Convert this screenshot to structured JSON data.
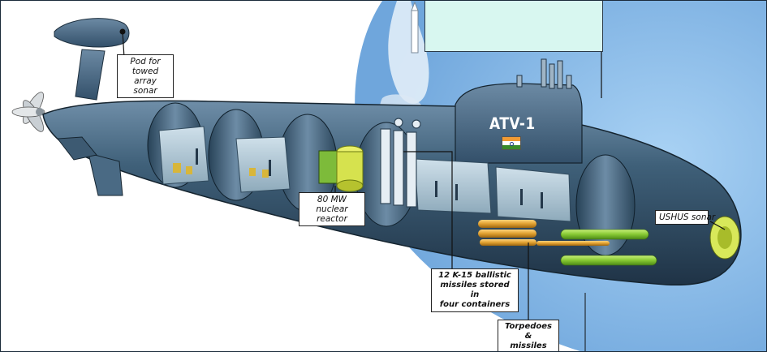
{
  "labels": {
    "pod": "Pod for\ntowed array\nsonar",
    "reactor": "80 MW nuclear\nreactor",
    "sonar": "USHUS sonar",
    "missiles": "12 K-15 ballistic\nmissiles stored in\nfour containers",
    "torpedoes": "Torpedoes &\nmissiles"
  },
  "hull_marking": "ATV-1",
  "colors": {
    "hull": "#3a5870",
    "sea": "#7fb3e6",
    "torpedo_green": "#8fcf3a",
    "missile_orange": "#e0a030",
    "panel": "#d8f7f0"
  },
  "icons": {
    "flag": "indian-flag-icon",
    "propeller": "propeller-icon"
  }
}
